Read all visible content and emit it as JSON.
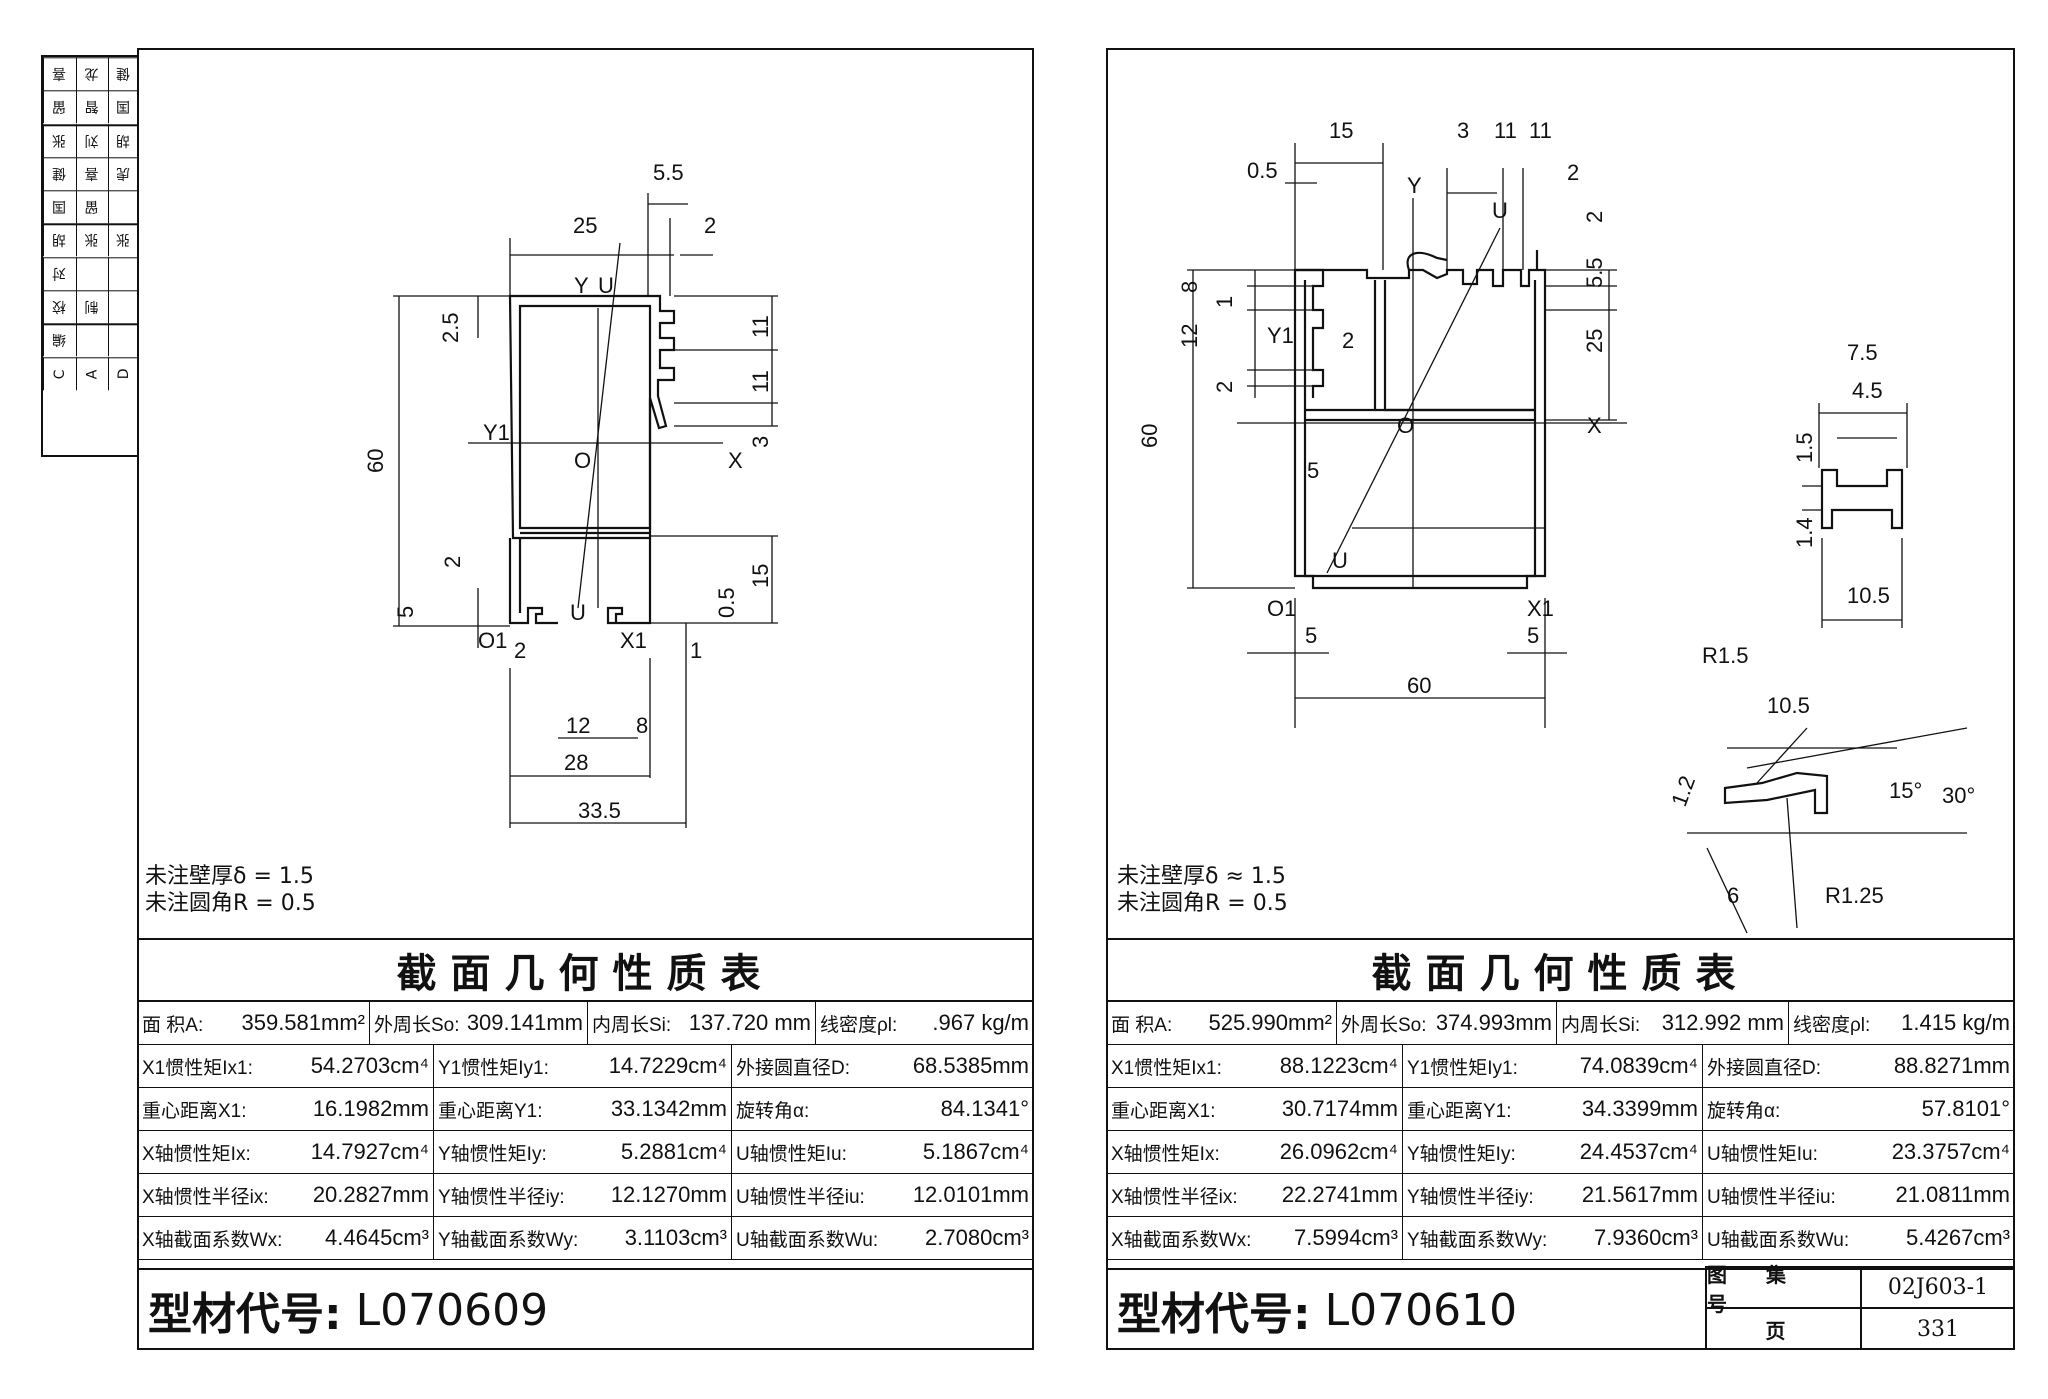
{
  "signature_block": {
    "columns": [
      [
        "校",
        "对",
        "胡",
        "张",
        "张"
      ],
      [
        "编",
        "制",
        "张",
        "留",
        "刘"
      ],
      [
        "C",
        "A",
        "D",
        "张",
        "胡"
      ]
    ],
    "cells": [
      "喜",
      "龙",
      "健",
      "留",
      "智",
      "国",
      "张",
      "刘",
      "胡",
      "健",
      "喜",
      "虎",
      "国",
      "留",
      "",
      "胡",
      "张",
      "张",
      "对",
      "",
      "",
      "校",
      "制",
      "",
      "编",
      "",
      "",
      "C",
      "A",
      "D"
    ]
  },
  "left": {
    "notes": [
      "未注壁厚δ = 1.5",
      "未注圆角R = 0.5"
    ],
    "dims": {
      "top": [
        "5.5",
        "25",
        "2"
      ],
      "left": [
        "2.5",
        "60",
        "2",
        "5"
      ],
      "right": [
        "11",
        "11",
        "3",
        "15",
        "0.5"
      ],
      "bottom": [
        "2",
        "12",
        "8",
        "28",
        "33.5",
        "1"
      ],
      "axes": [
        "Y",
        "U",
        "Y1",
        "O",
        "X",
        "U",
        "O1",
        "X1"
      ]
    },
    "table_title": "截面几何性质表",
    "rows": [
      [
        [
          "面 积A:",
          "359.581mm²"
        ],
        [
          "外周长So:",
          "309.141mm"
        ],
        [
          "内周长Si:",
          "137.720 mm"
        ],
        [
          "线密度ρl:",
          ".967 kg/m"
        ]
      ],
      [
        [
          "X1惯性矩Ix1:",
          "54.2703cm⁴"
        ],
        [
          "Y1惯性矩Iy1:",
          "14.7229cm⁴"
        ],
        [
          "外接圆直径D:",
          "68.5385mm"
        ]
      ],
      [
        [
          "重心距离X1:",
          "16.1982mm"
        ],
        [
          "重心距离Y1:",
          "33.1342mm"
        ],
        [
          "旋转角α:",
          "84.1341°"
        ]
      ],
      [
        [
          "X轴惯性矩Ix:",
          "14.7927cm⁴"
        ],
        [
          "Y轴惯性矩Iy:",
          "5.2881cm⁴"
        ],
        [
          "U轴惯性矩Iu:",
          "5.1867cm⁴"
        ]
      ],
      [
        [
          "X轴惯性半径ix:",
          "20.2827mm"
        ],
        [
          "Y轴惯性半径iy:",
          "12.1270mm"
        ],
        [
          "U轴惯性半径iu:",
          "12.0101mm"
        ]
      ],
      [
        [
          "X轴截面系数Wx:",
          "4.4645cm³"
        ],
        [
          "Y轴截面系数Wy:",
          "3.1103cm³"
        ],
        [
          "U轴截面系数Wu:",
          "2.7080cm³"
        ]
      ]
    ],
    "code_label": "型材代号:",
    "code": "L070609"
  },
  "right": {
    "notes": [
      "未注壁厚δ ≈ 1.5",
      "未注圆角R = 0.5"
    ],
    "dims": {
      "top": [
        "15",
        "3",
        "11",
        "11",
        "0.5",
        "2"
      ],
      "left": [
        "8",
        "1",
        "12",
        "2",
        "60",
        "2",
        "5"
      ],
      "right": [
        "2",
        "5.5",
        "25"
      ],
      "bottom": [
        "5",
        "5",
        "60"
      ],
      "axes": [
        "Y",
        "U",
        "Y1",
        "O",
        "X",
        "U",
        "O1",
        "X1"
      ],
      "detail1": [
        "7.5",
        "4.5",
        "1.5",
        "1.4",
        "10.5"
      ],
      "detail2": [
        "R1.5",
        "10.5",
        "1.2",
        "15°",
        "30°",
        "6",
        "R1.25"
      ]
    },
    "table_title": "截面几何性质表",
    "rows": [
      [
        [
          "面 积A:",
          "525.990mm²"
        ],
        [
          "外周长So:",
          "374.993mm"
        ],
        [
          "内周长Si:",
          "312.992 mm"
        ],
        [
          "线密度ρl:",
          "1.415 kg/m"
        ]
      ],
      [
        [
          "X1惯性矩Ix1:",
          "88.1223cm⁴"
        ],
        [
          "Y1惯性矩Iy1:",
          "74.0839cm⁴"
        ],
        [
          "外接圆直径D:",
          "88.8271mm"
        ]
      ],
      [
        [
          "重心距离X1:",
          "30.7174mm"
        ],
        [
          "重心距离Y1:",
          "34.3399mm"
        ],
        [
          "旋转角α:",
          "57.8101°"
        ]
      ],
      [
        [
          "X轴惯性矩Ix:",
          "26.0962cm⁴"
        ],
        [
          "Y轴惯性矩Iy:",
          "24.4537cm⁴"
        ],
        [
          "U轴惯性矩Iu:",
          "23.3757cm⁴"
        ]
      ],
      [
        [
          "X轴惯性半径ix:",
          "22.2741mm"
        ],
        [
          "Y轴惯性半径iy:",
          "21.5617mm"
        ],
        [
          "U轴惯性半径iu:",
          "21.0811mm"
        ]
      ],
      [
        [
          "X轴截面系数Wx:",
          "7.5994cm³"
        ],
        [
          "Y轴截面系数Wy:",
          "7.9360cm³"
        ],
        [
          "U轴截面系数Wu:",
          "5.4267cm³"
        ]
      ]
    ],
    "code_label": "型材代号:",
    "code": "L070610"
  },
  "atlas": {
    "key1": "图 集 号",
    "val1": "02J603-1",
    "key2": "页",
    "val2": "331"
  }
}
